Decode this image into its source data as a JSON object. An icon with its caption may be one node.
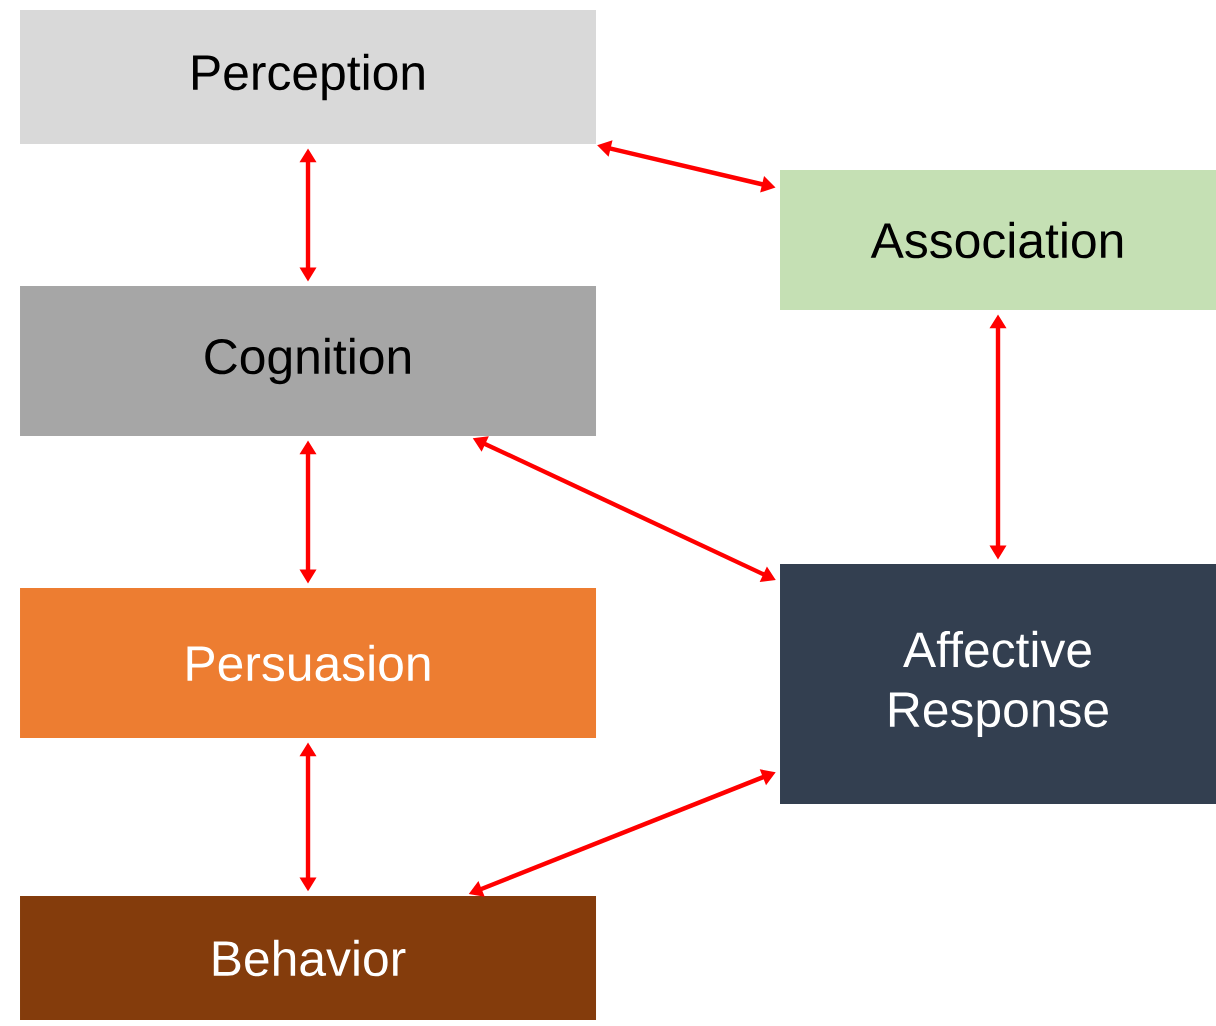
{
  "diagram": {
    "nodes": [
      {
        "text": [
          "Perception"
        ]
      },
      {
        "text": [
          "Cognition"
        ]
      },
      {
        "text": [
          "Persuasion"
        ]
      },
      {
        "text": [
          "Behavior"
        ]
      },
      {
        "text": [
          "Association"
        ]
      },
      {
        "text": [
          "Affective Response"
        ]
      }
    ],
    "edges": [
      {
        "from": 0,
        "to": 1,
        "arrow": "both"
      },
      {
        "from": 1,
        "to": 2,
        "arrow": "both"
      },
      {
        "from": 2,
        "to": 3,
        "arrow": "both"
      },
      {
        "from": 0,
        "to": 4,
        "arrow": "both"
      },
      {
        "from": 4,
        "to": 5,
        "arrow": "both"
      },
      {
        "from": 1,
        "to": 5,
        "arrow": "both"
      },
      {
        "from": 3,
        "to": 5,
        "arrow": "both"
      }
    ]
  }
}
